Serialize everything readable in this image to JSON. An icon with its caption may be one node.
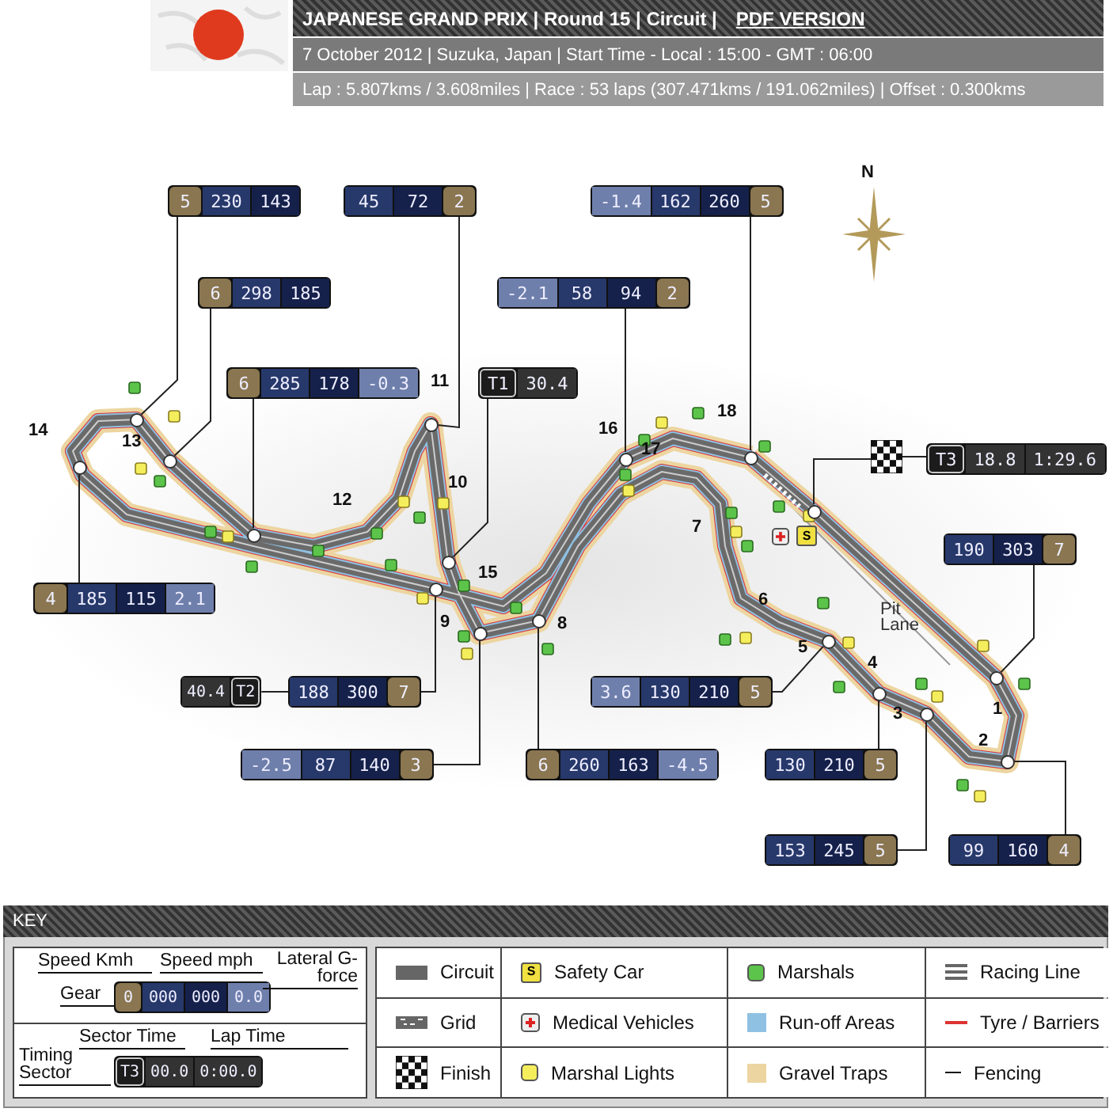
{
  "diagram": {
    "title": "JAPANESE GRAND PRIX | Round 15 | Circuit |",
    "nodes": [
      {
        "text": [
          "5",
          "230",
          "143"
        ]
      },
      {
        "text": [
          "45",
          "72",
          "2"
        ]
      },
      {
        "text": [
          "-1.4",
          "162",
          "260",
          "5"
        ]
      },
      {
        "text": [
          "6",
          "298",
          "185"
        ]
      },
      {
        "text": [
          "-2.1",
          "58",
          "94",
          "2"
        ]
      },
      {
        "text": [
          "6",
          "285",
          "178",
          "-0.3"
        ]
      },
      {
        "text": [
          "T1",
          "30.4"
        ]
      },
      {
        "text": [],
        "shape": "picture"
      },
      {
        "text": [
          "T3",
          "18.8",
          "1:29.6"
        ]
      },
      {
        "text": [
          "190",
          "303",
          "7"
        ]
      },
      {
        "text": [
          "4",
          "185",
          "115",
          "2.1"
        ]
      },
      {
        "text": [
          "40.4",
          "T2"
        ]
      },
      {
        "text": [
          "188",
          "300",
          "7"
        ]
      },
      {
        "text": [
          "3.6",
          "130",
          "210",
          "5"
        ]
      },
      {
        "text": [
          "-2.5",
          "87",
          "140",
          "3"
        ]
      },
      {
        "text": [
          "6",
          "260",
          "163",
          "-4.5"
        ]
      },
      {
        "text": [
          "130",
          "210",
          "5"
        ]
      },
      {
        "text": [
          "153",
          "245",
          "5"
        ]
      },
      {
        "text": [
          "99",
          "160",
          "4"
        ]
      },
      {
        "text": [],
        "shape": "circle"
      },
      {
        "text": [],
        "shape": "circle"
      },
      {
        "text": [],
        "shape": "circle"
      },
      {
        "text": [],
        "shape": "circle"
      },
      {
        "text": [],
        "shape": "circle"
      },
      {
        "text": [],
        "shape": "circle"
      },
      {
        "text": [],
        "shape": "circle"
      },
      {
        "text": [],
        "shape": "circle"
      },
      {
        "text": [],
        "shape": "circle"
      },
      {
        "text": [],
        "shape": "circle"
      },
      {
        "text": [],
        "shape": "circle"
      },
      {
        "text": [],
        "shape": "circle"
      },
      {
        "text": [],
        "shape": "circle"
      },
      {
        "text": [],
        "shape": "circle"
      },
      {
        "text": [],
        "shape": "circle"
      },
      {
        "text": [],
        "shape": "circle"
      },
      {
        "text": [],
        "shape": "circle"
      },
      {
        "text": [
          "0",
          "000",
          "000",
          "0.0"
        ]
      },
      {
        "text": [
          "T3",
          "00.0",
          "0:00.0"
        ]
      }
    ],
    "edges": [
      {
        "from": 0,
        "to": 19,
        "arrow": "none"
      },
      {
        "from": 1,
        "to": 20,
        "arrow": "none"
      },
      {
        "from": 2,
        "to": 21,
        "arrow": "none"
      },
      {
        "from": 3,
        "to": 23,
        "arrow": "none"
      },
      {
        "from": 4,
        "to": 22,
        "arrow": "none"
      },
      {
        "from": 5,
        "to": 26,
        "arrow": "none"
      },
      {
        "from": 6,
        "to": 27,
        "arrow": "none"
      },
      {
        "from": 8,
        "to": 7,
        "arrow": "none"
      },
      {
        "from": 7,
        "to": 25,
        "arrow": "none"
      },
      {
        "from": 9,
        "to": 32,
        "arrow": "none"
      },
      {
        "from": 10,
        "to": 24,
        "arrow": "none"
      },
      {
        "from": 11,
        "to": 12,
        "arrow": "none"
      },
      {
        "from": 12,
        "to": 28,
        "arrow": "none"
      },
      {
        "from": 13,
        "to": 31,
        "arrow": "none"
      },
      {
        "from": 14,
        "to": 30,
        "arrow": "none"
      },
      {
        "from": 15,
        "to": 29,
        "arrow": "none"
      },
      {
        "from": 16,
        "to": 33,
        "arrow": "none"
      },
      {
        "from": 17,
        "to": 34,
        "arrow": "none"
      },
      {
        "from": 18,
        "to": 35,
        "arrow": "none"
      }
    ],
    "labels": [
      "PDF VERSION",
      "7 October 2012 | Suzuka, Japan | Start Time - Local : 15:00 - GMT : 06:00",
      "Lap : 5.807kms / 3.608miles | Race : 53 laps (307.471kms / 191.062miles) | Offset : 0.300kms",
      "N",
      "11",
      "18",
      "14",
      "13",
      "16",
      "17",
      "10",
      "12",
      "7",
      "15",
      "6",
      "Pit Lane",
      "9",
      "8",
      "5",
      "4",
      "3",
      "1",
      "2",
      "S",
      "KEY",
      "Speed Kmh",
      "Speed mph",
      "Lateral G-force",
      "Gear",
      "Sector Time",
      "Lap Time",
      "Timing Sector",
      "S"
    ],
    "legend": [
      {
        "text": "Circuit",
        "color": "#666666"
      },
      {
        "text": "Safety Car"
      },
      {
        "text": "Marshals",
        "color": "#5cc44a"
      },
      {
        "text": "Racing Line"
      },
      {
        "text": "Grid"
      },
      {
        "text": "Medical Vehicles"
      },
      {
        "text": "Run-off Areas",
        "color": "#8fc1e3"
      },
      {
        "text": "Tyre / Barriers"
      },
      {
        "text": "Finish"
      },
      {
        "text": "Marshal Lights",
        "color": "#f5ee5c"
      },
      {
        "text": "Gravel Traps",
        "color": "#ecd5a0"
      },
      {
        "text": "Fencing"
      }
    ]
  }
}
